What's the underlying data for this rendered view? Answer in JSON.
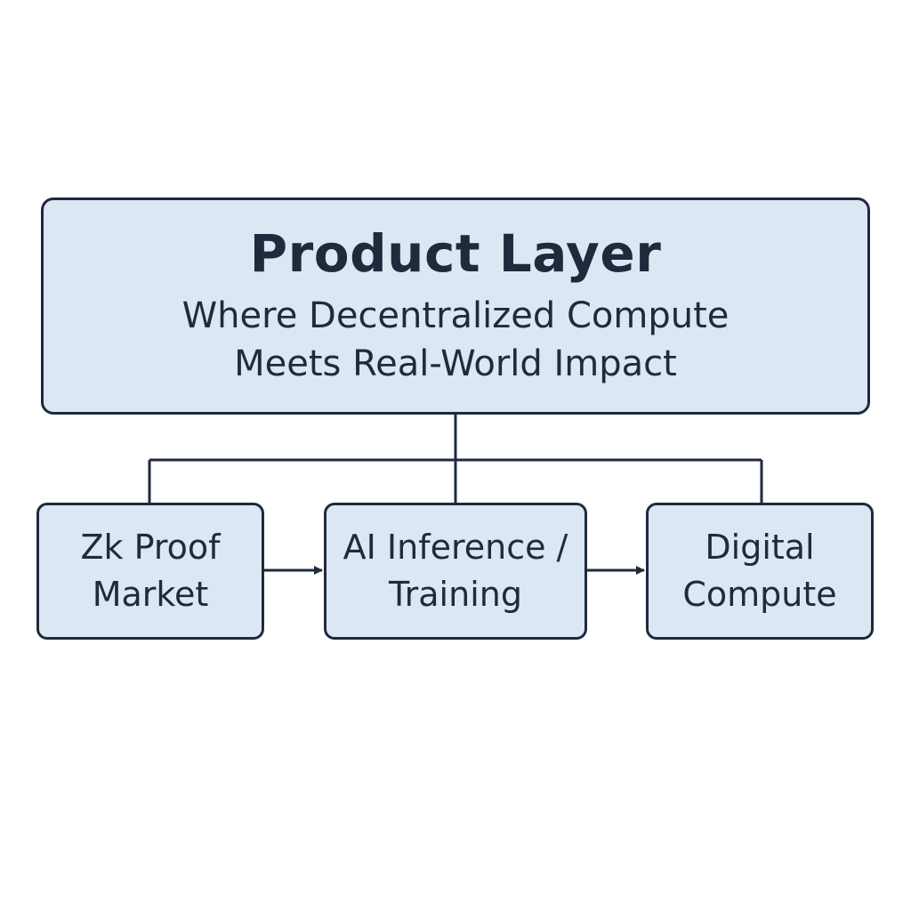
{
  "diagram": {
    "root": {
      "title": "Product Layer",
      "subtitle_lines": [
        "Where Decentralized Compute",
        "Meets Real-World Impact"
      ]
    },
    "children": [
      {
        "id": "zk",
        "lines": [
          "Zk Proof",
          "Market"
        ]
      },
      {
        "id": "ai",
        "lines": [
          "AI Inference /",
          "Training"
        ]
      },
      {
        "id": "digital",
        "lines": [
          "Digital",
          "Compute"
        ]
      }
    ],
    "edges": [
      {
        "from": "root",
        "to": "zk",
        "kind": "tree"
      },
      {
        "from": "root",
        "to": "ai",
        "kind": "tree"
      },
      {
        "from": "root",
        "to": "digital",
        "kind": "tree"
      },
      {
        "from": "zk",
        "to": "ai",
        "kind": "arrow"
      },
      {
        "from": "ai",
        "to": "digital",
        "kind": "arrow"
      }
    ]
  },
  "colors": {
    "box_fill": "#dbe7f3",
    "stroke": "#1f2a3d",
    "text": "#1f2a3d"
  }
}
